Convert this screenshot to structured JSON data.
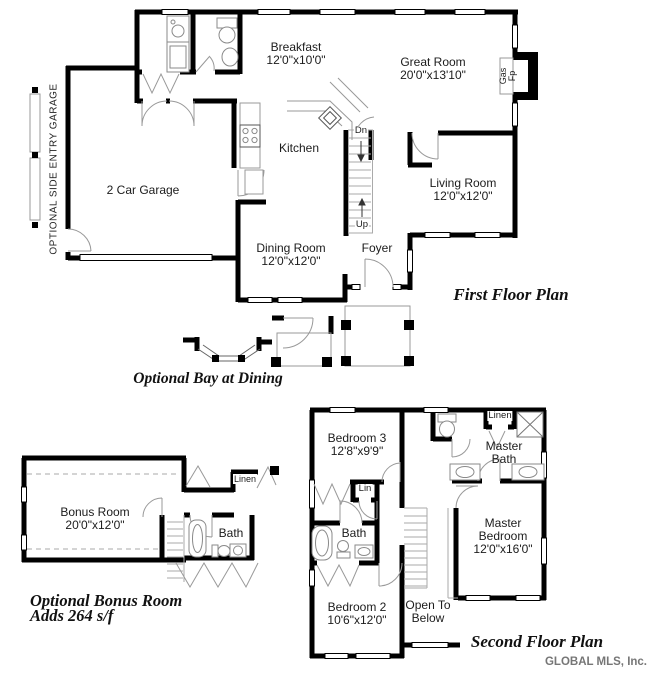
{
  "colors": {
    "wall": "#000000",
    "thin_line": "#999999",
    "fixture": "#7d7d7d",
    "brand_text": "#767676"
  },
  "first_floor": {
    "title": "First Floor Plan",
    "bay_caption": "Optional Bay at Dining",
    "side_note": "OPTIONAL SIDE ENTRY GARAGE",
    "rooms": {
      "breakfast": {
        "name": "Breakfast",
        "dims": "12'0\"x10'0\""
      },
      "great_room": {
        "name": "Great Room",
        "dims": "20'0\"x13'10\""
      },
      "kitchen": {
        "name": "Kitchen"
      },
      "living_room": {
        "name": "Living Room",
        "dims": "12'0\"x12'0\""
      },
      "garage": {
        "name": "2 Car Garage"
      },
      "dining_room": {
        "name": "Dining Room",
        "dims": "12'0\"x12'0\""
      },
      "foyer": {
        "name": "Foyer"
      }
    },
    "annotations": {
      "dn": "Dn",
      "up": "Up",
      "gas": "Gas",
      "fp": "Fp"
    }
  },
  "bonus_floor": {
    "caption_line1": "Optional Bonus Room",
    "caption_line2": "Adds 264 s/f",
    "rooms": {
      "bonus_room": {
        "name": "Bonus Room",
        "dims": "20'0\"x12'0\""
      },
      "bath": {
        "name": "Bath"
      },
      "linen": {
        "name": "Linen"
      }
    }
  },
  "second_floor": {
    "title": "Second Floor Plan",
    "rooms": {
      "bedroom3": {
        "name": "Bedroom 3",
        "dims": "12'8\"x9'9\""
      },
      "master_bath": {
        "line1": "Master",
        "line2": "Bath"
      },
      "linen": "Linen",
      "lin": "Lin",
      "bath": "Bath",
      "master_bedroom": {
        "line1": "Master",
        "line2": "Bedroom",
        "dims": "12'0\"x16'0\""
      },
      "bedroom2": {
        "name": "Bedroom 2",
        "dims": "10'6\"x12'0\""
      },
      "open_below": {
        "line1": "Open To",
        "line2": "Below"
      }
    }
  },
  "footer": {
    "brand": "GLOBAL MLS, Inc."
  }
}
